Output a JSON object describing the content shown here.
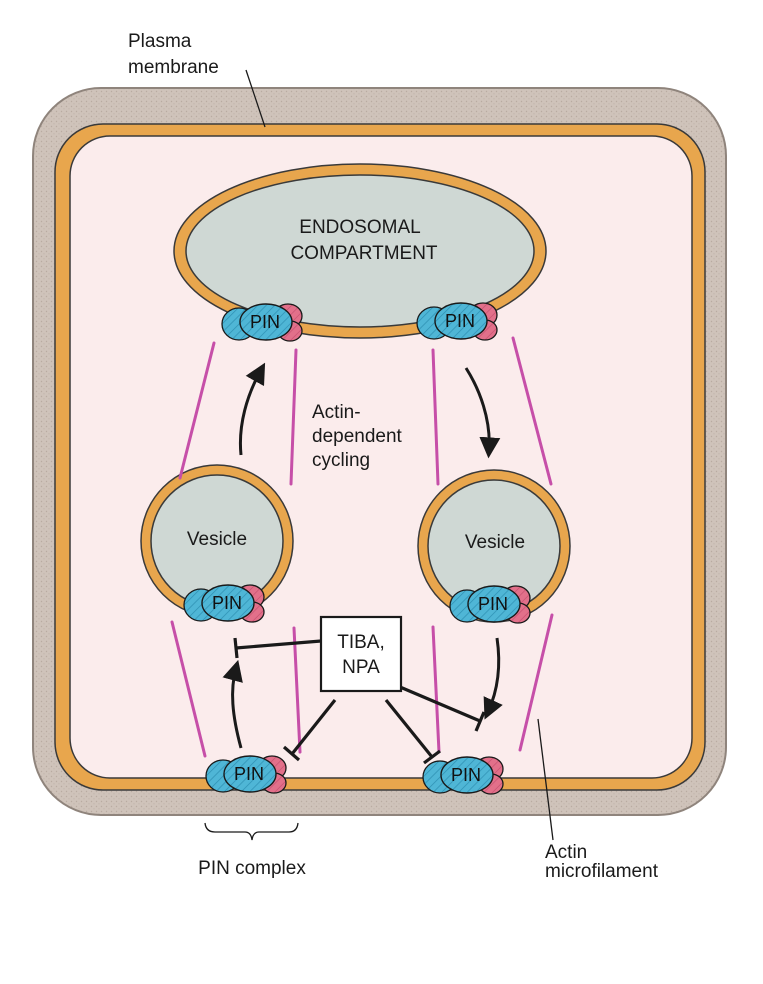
{
  "labels": {
    "plasma_membrane_line1": "Plasma",
    "plasma_membrane_line2": "membrane",
    "endosome_line1": "ENDOSOMAL",
    "endosome_line2": "COMPARTMENT",
    "vesicle_left": "Vesicle",
    "vesicle_right": "Vesicle",
    "cycling_line1": "Actin-",
    "cycling_line2": "dependent",
    "cycling_line3": "cycling",
    "inhibitor_line1": "TIBA,",
    "inhibitor_line2": "NPA",
    "pin_complex": "PIN complex",
    "actin_line1": "Actin",
    "actin_line2": "microfilament",
    "pin": "PIN"
  },
  "colors": {
    "cell_wall": "#cfc3ba",
    "membrane": "#e8a64d",
    "cytoplasm": "#fbecec",
    "compartment": "#cfd8d4",
    "pin_blue": "#4fb6d6",
    "pin_pink": "#e2708a",
    "actin": "#c64fa8",
    "line": "#1a1a1a"
  }
}
